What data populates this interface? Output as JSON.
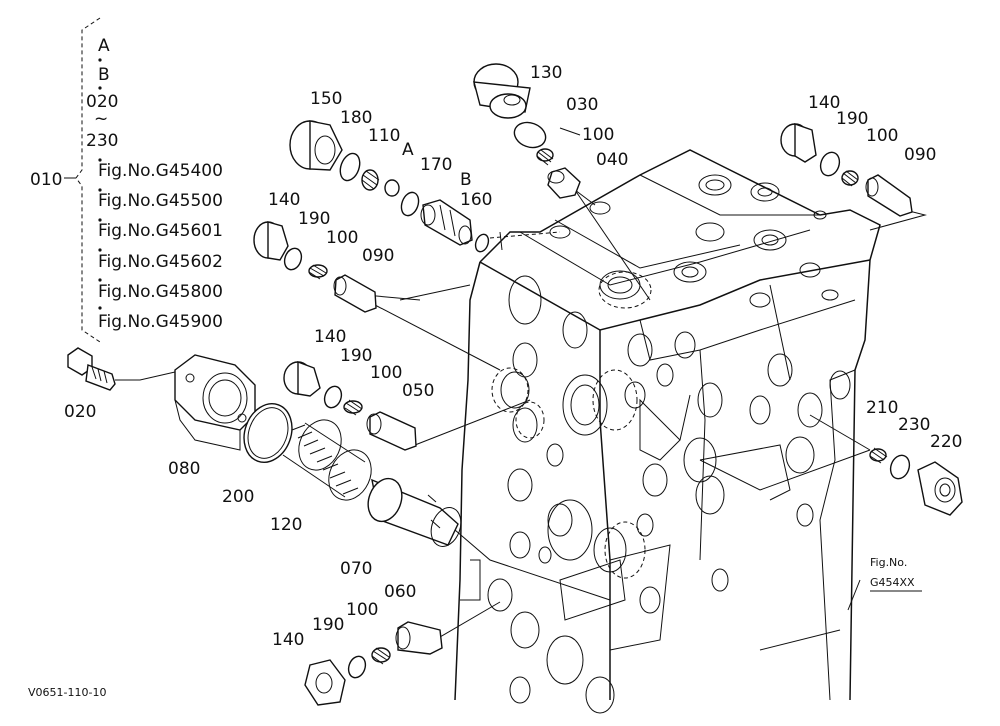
{
  "diagram": {
    "callouts": {
      "p010": "010",
      "p020": "020",
      "p030": "030",
      "p040": "040",
      "p050": "050",
      "p060": "060",
      "p070": "070",
      "p080": "080",
      "p090a": "090",
      "p090b": "090",
      "p100a": "100",
      "p100b": "100",
      "p100c": "100",
      "p100d": "100",
      "p100e": "100",
      "p110": "110",
      "p120": "120",
      "p130": "130",
      "p140a": "140",
      "p140b": "140",
      "p140c": "140",
      "p140d": "140",
      "p150": "150",
      "p160": "160",
      "p170": "170",
      "p180": "180",
      "p190a": "190",
      "p190b": "190",
      "p190c": "190",
      "p190d": "190",
      "p200": "200",
      "p210": "210",
      "p220": "220",
      "p230": "230",
      "markA": "A",
      "markB": "B"
    },
    "bracket": {
      "items": [
        "A",
        "B",
        "020",
        "~",
        "230",
        "Fig.No.G45400",
        "Fig.No.G45500",
        "Fig.No.G45601",
        "Fig.No.G45602",
        "Fig.No.G45800",
        "Fig.No.G45900"
      ]
    },
    "figref": {
      "line1": "Fig.No.",
      "line2": "G454XX"
    },
    "code": "V0651-110-10"
  }
}
